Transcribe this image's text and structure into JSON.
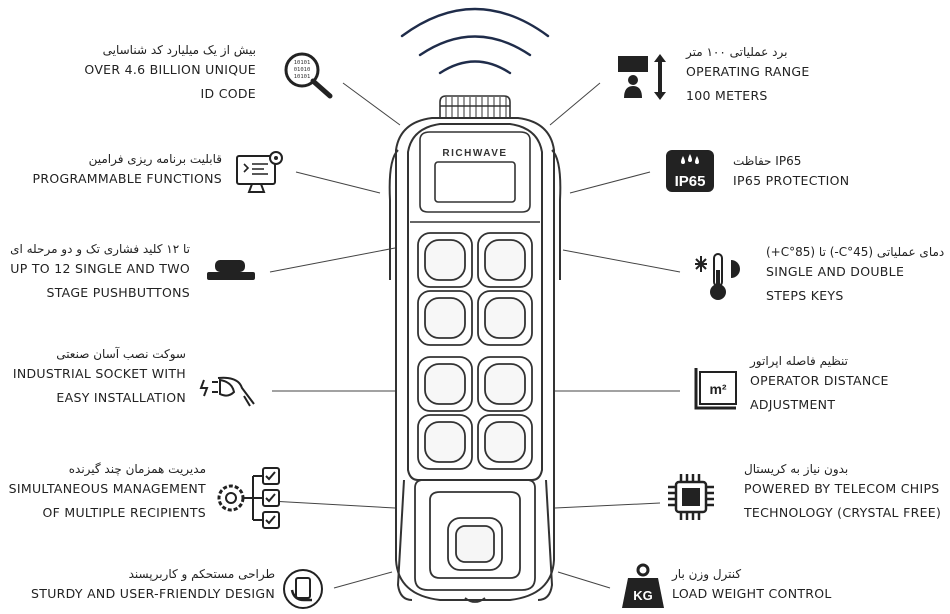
{
  "left_features": [
    {
      "fa": "بیش از یک میلیارد کد شناسایی",
      "en": [
        "OVER 4.6 BILLION UNIQUE",
        "ID CODE"
      ],
      "icon": "magnifier-binary-icon"
    },
    {
      "fa": "قابلیت برنامه ریزی فرامین",
      "en": [
        "PROGRAMMABLE FUNCTIONS"
      ],
      "icon": "monitor-code-gear-icon"
    },
    {
      "fa": "تا ۱۲ کلید فشاری تک و دو مرحله ای",
      "en": [
        "UP TO 12 SINGLE AND TWO",
        "STAGE PUSHBUTTONS"
      ],
      "icon": "pushbutton-icon"
    },
    {
      "fa": "سوکت نصب آسان صنعتی",
      "en": [
        "INDUSTRIAL SOCKET WITH",
        "EASY INSTALLATION"
      ],
      "icon": "plug-socket-icon"
    },
    {
      "fa": "مدیریت همزمان چند گیرنده",
      "en": [
        "SIMULTANEOUS MANAGEMENT",
        "OF MULTIPLE RECIPIENTS"
      ],
      "icon": "gear-checklist-icon"
    },
    {
      "fa": "طراحی مستحکم و کاربرپسند",
      "en": [
        "STURDY AND USER-FRIENDLY DESIGN"
      ],
      "icon": "hand-device-icon"
    }
  ],
  "right_features": [
    {
      "fa": "برد عملیاتی ۱۰۰ متر",
      "en": [
        "OPERATING RANGE",
        "100 METERS"
      ],
      "icon": "range-arrow-icon"
    },
    {
      "fa": "IP65 حفاظت",
      "en": [
        "IP65 PROTECTION"
      ],
      "icon": "ip65-badge-icon",
      "badge": "IP65"
    },
    {
      "fa": "دمای عملیاتی (45°C-) تا (85°C+)",
      "en": [
        "SINGLE AND DOUBLE",
        "STEPS KEYS"
      ],
      "icon": "thermometer-icon"
    },
    {
      "fa": "تنظیم فاصله اپراتور",
      "en": [
        "OPERATOR DISTANCE",
        "ADJUSTMENT"
      ],
      "icon": "area-m2-icon",
      "badge": "m²"
    },
    {
      "fa": "بدون نیاز به کریستال",
      "en": [
        "POWERED BY TELECOM CHIPS",
        "TECHNOLOGY (CRYSTAL FREE)"
      ],
      "icon": "chip-icon"
    },
    {
      "fa": "کنترل وزن بار",
      "en": [
        "LOAD WEIGHT CONTROL"
      ],
      "icon": "weight-kg-icon",
      "badge": "KG"
    }
  ],
  "remote": {
    "brand": "RICHWAVE"
  }
}
